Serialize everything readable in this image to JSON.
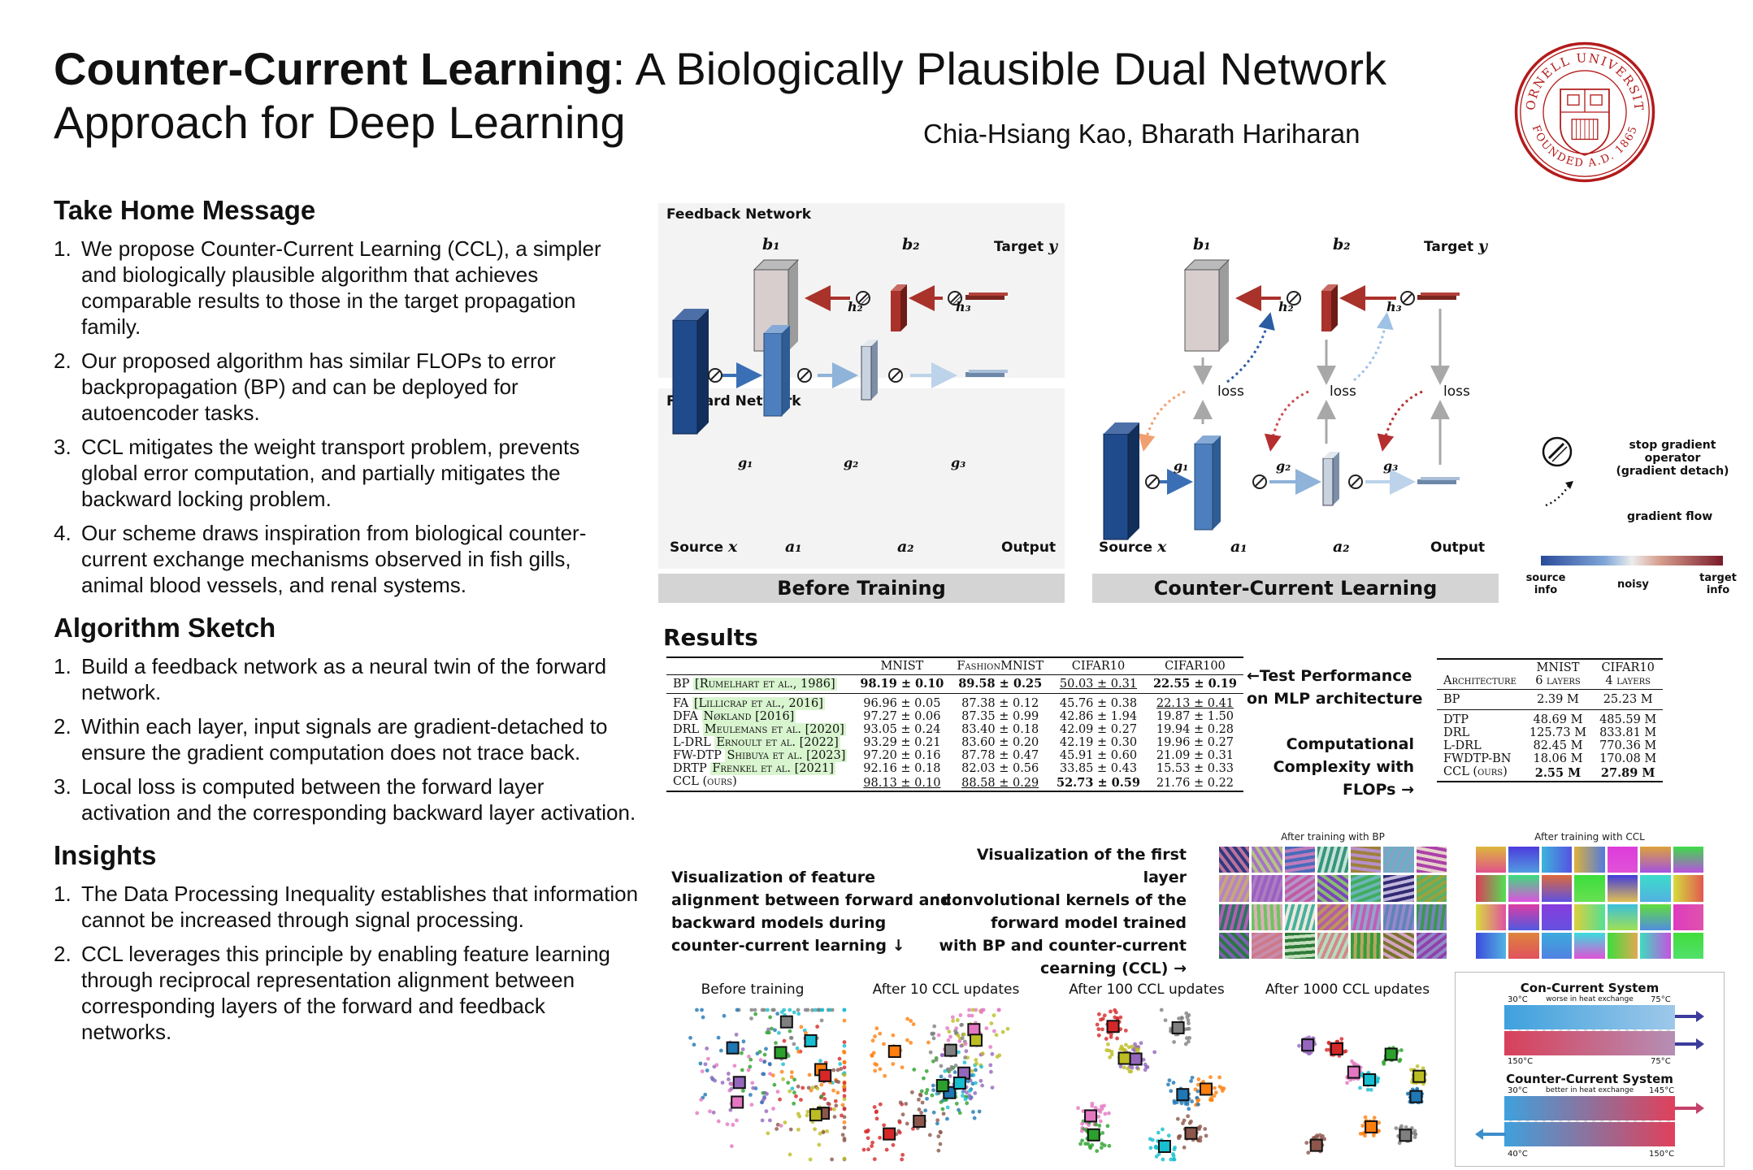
{
  "header": {
    "title_bold": "Counter-Current Learning",
    "title_rest": ": A Biologically Plausible Dual Network Approach for Deep Learning",
    "authors": "Chia-Hsiang Kao, Bharath Hariharan",
    "seal_top_text": "CORNELL UNIVERSITY",
    "seal_bottom_text": "FOUNDED A.D. 1865"
  },
  "take_home": {
    "heading": "Take Home Message",
    "items": [
      {
        "num": "1.",
        "text": "We propose Counter-Current Learning (CCL), a simpler and biologically plausible algorithm that achieves comparable results to those in the target propagation family."
      },
      {
        "num": "2.",
        "text": "Our proposed algorithm has similar FLOPs to error backpropagation (BP) and can be deployed for autoencoder tasks."
      },
      {
        "num": "3.",
        "text": "CCL mitigates the weight transport problem, prevents global error computation, and partially mitigates the backward locking problem."
      },
      {
        "num": "4.",
        "text": "Our scheme draws inspiration from biological counter-current exchange mechanisms observed in fish gills, animal blood vessels, and renal systems."
      }
    ]
  },
  "algorithm": {
    "heading": "Algorithm Sketch",
    "items": [
      {
        "num": "1.",
        "text": "Build a feedback network as a neural twin of the forward network."
      },
      {
        "num": "2.",
        "text": "Within each layer, input signals are gradient-detached to ensure the gradient computation does not trace back."
      },
      {
        "num": "3.",
        "text": "Local loss is computed between the forward layer activation and the corresponding backward layer activation."
      }
    ]
  },
  "insights": {
    "heading": "Insights",
    "items": [
      {
        "num": "1.",
        "text": "The Data Processing Inequality establishes that information cannot be increased through signal processing."
      },
      {
        "num": "2.",
        "text": "CCL leverages this principle by enabling feature learning through reciprocal representation alignment between corresponding layers of the forward and feedback networks."
      }
    ]
  },
  "diagram": {
    "feedback_label": "Feedback Network",
    "forward_label": "Forward Network",
    "before_bar": "Before Training",
    "ccl_bar": "Counter-Current Learning",
    "b1": "b₁",
    "b2": "b₂",
    "target": "Target ",
    "y": "y",
    "h2": "h₂",
    "h3": "h₃",
    "g1": "g₁",
    "g2": "g₂",
    "g3": "g₃",
    "source": "Source ",
    "x": "x",
    "a1": "a₁",
    "a2": "a₂",
    "output": "Output",
    "loss": "loss",
    "legend_stop": "stop gradient operator",
    "legend_stop2": "(gradient detach)",
    "legend_flow": "gradient flow",
    "legend_source": "source",
    "legend_source2": "info",
    "legend_noisy": "noisy",
    "legend_target": "target",
    "legend_target2": "info",
    "colors": {
      "forward_dark": "#1f4a8c",
      "forward_mid": "#4d7fbf",
      "feedback_red": "#a9322b",
      "light_gray": "#dcdcdc"
    }
  },
  "results": {
    "heading": "Results",
    "table1": {
      "columns": [
        "",
        "MNIST",
        "FashionMNIST",
        "CIFAR10",
        "CIFAR100"
      ],
      "bp_row": {
        "method": "BP",
        "ref": "[Rumelhart et al., 1986]",
        "vals": [
          "98.19 ± 0.10",
          "89.58 ± 0.25",
          "50.03 ± 0.31",
          "22.55 ± 0.19"
        ]
      },
      "rows": [
        {
          "method": "FA",
          "ref": "[Lillicrap et al., 2016]",
          "vals": [
            "96.96 ± 0.05",
            "87.38 ± 0.12",
            "45.76 ± 0.38",
            "22.13 ± 0.41"
          ]
        },
        {
          "method": "DFA",
          "ref": "Nøkland [2016]",
          "vals": [
            "97.27 ± 0.06",
            "87.35 ± 0.99",
            "42.86 ± 1.94",
            "19.87 ± 1.50"
          ]
        },
        {
          "method": "DRL",
          "ref": "Meulemans et al. [2020]",
          "vals": [
            "93.05 ± 0.24",
            "83.40 ± 0.18",
            "42.09 ± 0.27",
            "19.94 ± 0.28"
          ]
        },
        {
          "method": "L-DRL",
          "ref": "Ernoult et al. [2022]",
          "vals": [
            "93.29 ± 0.21",
            "83.60 ± 0.20",
            "42.19 ± 0.30",
            "19.96 ± 0.27"
          ]
        },
        {
          "method": "FW-DTP",
          "ref": "Shibuya et al. [2023]",
          "vals": [
            "97.20 ± 0.16",
            "87.78 ± 0.47",
            "45.91 ± 0.60",
            "21.09 ± 0.31"
          ]
        },
        {
          "method": "DRTP",
          "ref": "Frenkel et al. [2021]",
          "vals": [
            "92.16 ± 0.18",
            "82.03 ± 0.56",
            "33.85 ± 0.43",
            "15.53 ± 0.33"
          ]
        },
        {
          "method": "CCL",
          "ref": "(ours)",
          "vals": [
            "98.13 ± 0.10",
            "88.58 ± 0.29",
            "52.73 ± 0.59",
            "21.76 ± 0.22"
          ]
        }
      ]
    },
    "note_test": "←Test Performance",
    "note_test2": "on MLP architecture",
    "note_flops": "Computational",
    "note_flops2": "Complexity with",
    "note_flops3": "FLOPs →",
    "table2": {
      "arch_header": "Architecture",
      "col1": "MNIST",
      "col1b": "6 layers",
      "col2": "CIFAR10",
      "col2b": "4 layers",
      "bp_row": {
        "name": "BP",
        "v1": "2.39 M",
        "v2": "25.23 M"
      },
      "rows": [
        {
          "name": "DTP",
          "v1": "48.69 M",
          "v2": "485.59 M"
        },
        {
          "name": "DRL",
          "v1": "125.73 M",
          "v2": "833.81 M"
        },
        {
          "name": "L-DRL",
          "v1": "82.45 M",
          "v2": "770.36 M"
        },
        {
          "name": "FWDTP-BN",
          "v1": "18.06 M",
          "v2": "170.08 M"
        },
        {
          "name": "CCL (ours)",
          "v1": "2.55 M",
          "v2": "27.89 M"
        }
      ]
    },
    "vis_align": [
      "Visualization of feature",
      "alignment between forward and",
      "backward models during",
      "counter-current learning ↓"
    ],
    "vis_kernels": [
      "Visualization of the first layer",
      "convolutional kernels of the",
      "forward model trained",
      "with BP and counter-current",
      "cearning (CCL) →"
    ],
    "kernels_bp_caption": "After training with BP",
    "kernels_ccl_caption": "After training with CCL",
    "scatter_labels": [
      "Before training",
      "After 10 CCL updates",
      "After 100 CCL updates",
      "After 1000 CCL updates"
    ],
    "concurrent": {
      "title": "Con-Current System",
      "sub": "worse in heat exchange",
      "t_top_left": "30°C",
      "t_top_right": "75°C",
      "t_bot_left": "150°C",
      "t_bot_right": "75°C"
    },
    "countercurrent": {
      "title": "Counter-Current System",
      "sub": "better in heat exchange",
      "t_top_left": "30°C",
      "t_top_right": "145°C",
      "t_bot_left": "40°C",
      "t_bot_right": "150°C"
    }
  }
}
